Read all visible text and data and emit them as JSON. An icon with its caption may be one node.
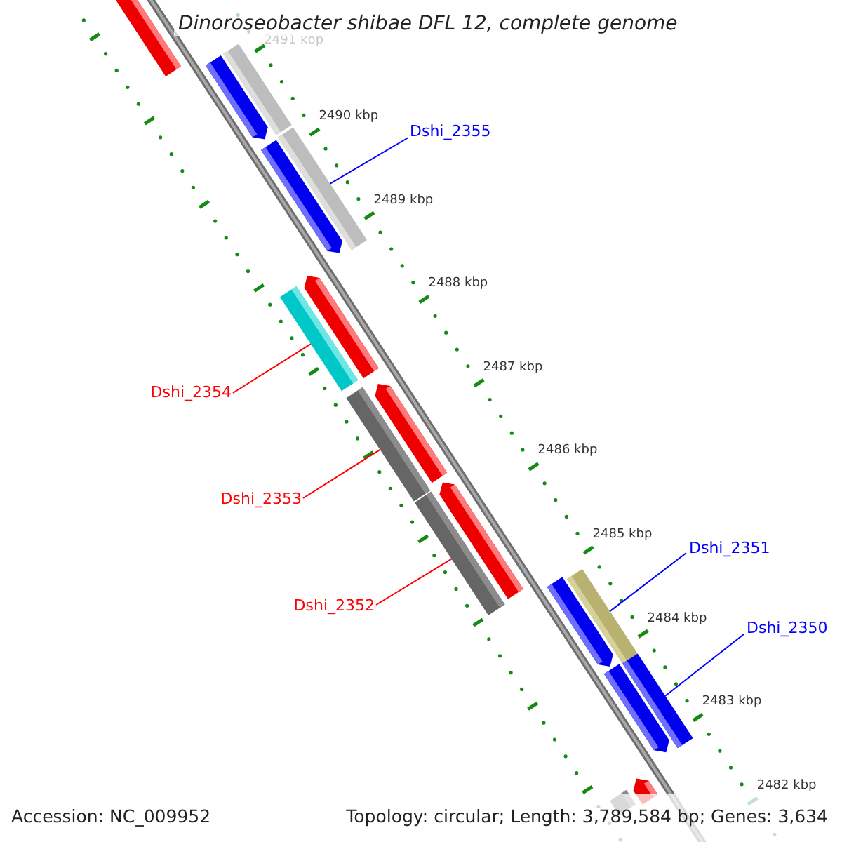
{
  "diagram": {
    "title": "Dinoroseobacter shibae DFL 12, complete genome",
    "nodes": [
      {
        "text": [
          "Dshi_2355"
        ]
      },
      {
        "text": [
          "Dshi_2354"
        ]
      },
      {
        "text": [
          "Dshi_2353"
        ]
      },
      {
        "text": [
          "Dshi_2352"
        ]
      },
      {
        "text": [
          "Dshi_2351"
        ]
      },
      {
        "text": [
          "Dshi_2350"
        ]
      },
      {
        "text": [],
        "shape": "bar"
      },
      {
        "text": [],
        "shape": "bar"
      },
      {
        "text": [],
        "shape": "bar"
      },
      {
        "text": [],
        "shape": "bar"
      },
      {
        "text": [],
        "shape": "bar"
      },
      {
        "text": [],
        "shape": "bar"
      },
      {
        "text": [],
        "shape": "bar"
      },
      {
        "text": [],
        "shape": "bar"
      },
      {
        "text": [],
        "shape": "bar"
      },
      {
        "text": [],
        "shape": "bar"
      },
      {
        "text": [],
        "shape": "bar"
      },
      {
        "text": [],
        "shape": "bar"
      },
      {
        "text": [],
        "shape": "bar"
      },
      {
        "text": [],
        "shape": "bar"
      },
      {
        "text": [],
        "shape": "bar"
      },
      {
        "text": [],
        "shape": "bar"
      },
      {
        "text": [],
        "shape": "bar"
      }
    ],
    "edges": [
      {
        "from": 0,
        "to": 10,
        "arrow": "none",
        "color": "#0000ff"
      },
      {
        "from": 1,
        "to": 12,
        "arrow": "none",
        "color": "#ff0000"
      },
      {
        "from": 2,
        "to": 13,
        "arrow": "none",
        "color": "#ff0000"
      },
      {
        "from": 3,
        "to": 16,
        "arrow": "none",
        "color": "#ff0000"
      },
      {
        "from": 4,
        "to": 18,
        "arrow": "none",
        "color": "#0000ff"
      },
      {
        "from": 5,
        "to": 20,
        "arrow": "none",
        "color": "#0000ff"
      }
    ],
    "labels": [
      "2491 kbp",
      "2490 kbp",
      "2489 kbp",
      "2488 kbp",
      "2487 kbp",
      "2486 kbp",
      "2485 kbp",
      "2484 kbp",
      "2483 kbp",
      "2482 kbp",
      "Accession: NC_009952",
      "Topology: circular; Length: 3,789,584 bp; Genes: 3,634"
    ]
  }
}
